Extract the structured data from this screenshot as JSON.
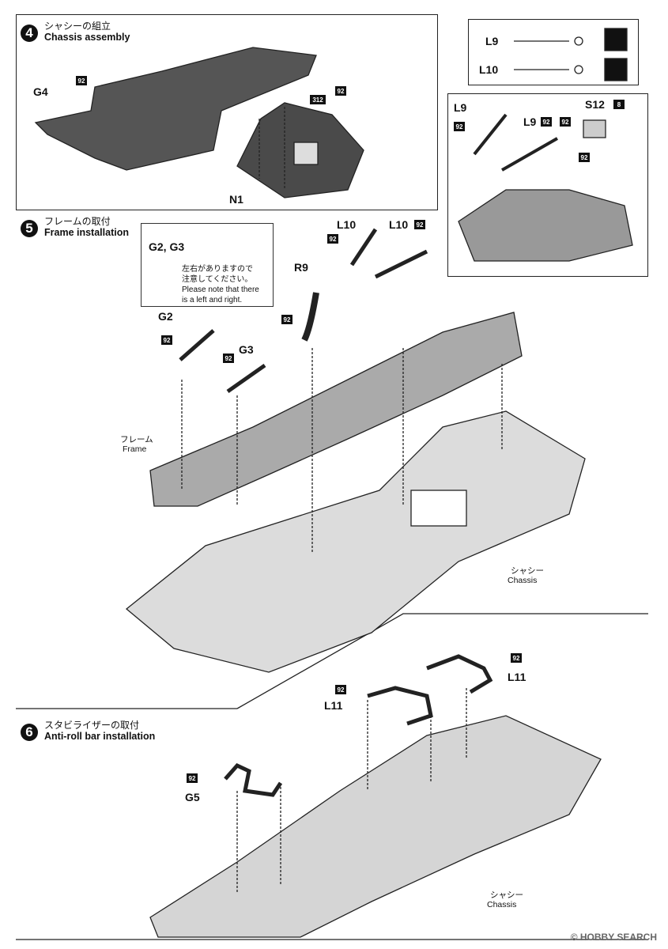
{
  "step4": {
    "number": "4",
    "title_jp": "シャシーの組立",
    "title_en": "Chassis assembly",
    "parts": {
      "g4": "G4",
      "n1": "N1"
    },
    "codes": [
      "92",
      "312",
      "92"
    ]
  },
  "inset_top": {
    "rows": [
      {
        "label": "L9"
      },
      {
        "label": "L10"
      }
    ]
  },
  "inset_detail": {
    "l9a": "L9",
    "l9b": "L9",
    "s12": "S12",
    "s12_qty": "8",
    "code": "92"
  },
  "step5": {
    "number": "5",
    "title_jp": "フレームの取付",
    "title_en": "Frame installation",
    "note": {
      "parts": "G2, G3",
      "text_jp_1": "左右がありますので",
      "text_jp_2": "注意してください。",
      "text_en_1": "Please note that there",
      "text_en_2": "is a left and right."
    },
    "parts": {
      "g2": "G2",
      "g3": "G3",
      "r9": "R9",
      "l10a": "L10",
      "l10b": "L10"
    },
    "frame_jp": "フレーム",
    "frame_en": "Frame",
    "chassis_jp": "シャシー",
    "chassis_en": "Chassis",
    "code": "92"
  },
  "step6": {
    "number": "6",
    "title_jp": "スタビライザーの取付",
    "title_en": "Anti-roll bar installation",
    "parts": {
      "g5": "G5",
      "l11a": "L11",
      "l11b": "L11"
    },
    "chassis_jp": "シャシー",
    "chassis_en": "Chassis",
    "code": "92"
  },
  "watermark": "© HOBBY SEARCH"
}
